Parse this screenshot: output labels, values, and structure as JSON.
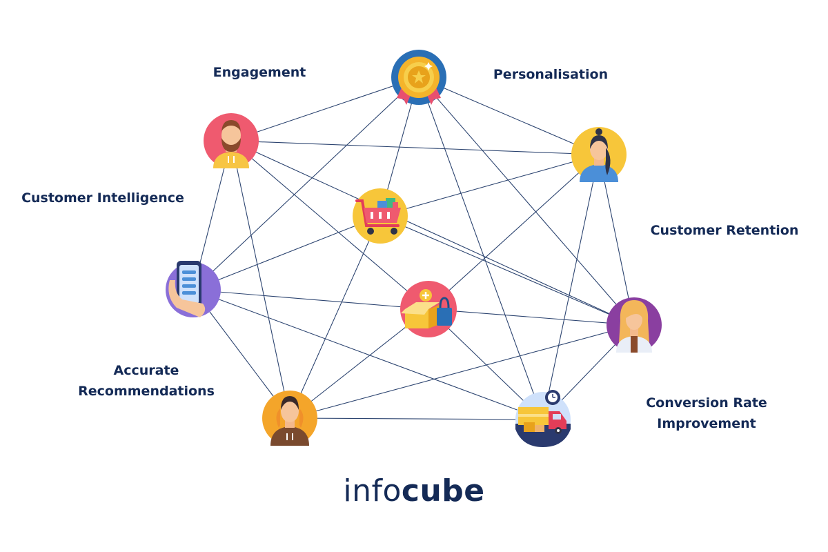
{
  "labels": {
    "engagement": "Engagement",
    "personalisation": "Personalisation",
    "customer_intelligence": "Customer Intelligence",
    "customer_retention": "Customer Retention",
    "accurate_recommendations_line1": "Accurate",
    "accurate_recommendations_line2": "Recommendations",
    "conversion_rate_line1": "Conversion Rate",
    "conversion_rate_line2": "Improvement"
  },
  "logo": {
    "light": "info",
    "bold": "cube"
  },
  "colors": {
    "text": "#142a56",
    "edge": "#2c4470"
  },
  "nodes": [
    {
      "id": "medal",
      "icon": "medal-icon"
    },
    {
      "id": "man-beard",
      "icon": "bearded-man-avatar-icon"
    },
    {
      "id": "woman-ponytail",
      "icon": "woman-ponytail-avatar-icon"
    },
    {
      "id": "cart",
      "icon": "shopping-cart-icon"
    },
    {
      "id": "phone",
      "icon": "phone-in-hand-icon"
    },
    {
      "id": "box-bag",
      "icon": "box-and-bag-icon"
    },
    {
      "id": "woman-blonde",
      "icon": "blonde-woman-avatar-icon"
    },
    {
      "id": "man-orange",
      "icon": "man-orange-hoodie-avatar-icon"
    },
    {
      "id": "delivery",
      "icon": "delivery-truck-icon"
    }
  ],
  "edges": [
    [
      "medal",
      "man-beard"
    ],
    [
      "medal",
      "woman-ponytail"
    ],
    [
      "medal",
      "cart"
    ],
    [
      "medal",
      "phone"
    ],
    [
      "medal",
      "woman-blonde"
    ],
    [
      "medal",
      "delivery"
    ],
    [
      "man-beard",
      "woman-ponytail"
    ],
    [
      "man-beard",
      "box-bag"
    ],
    [
      "man-beard",
      "phone"
    ],
    [
      "man-beard",
      "man-orange"
    ],
    [
      "man-beard",
      "woman-blonde"
    ],
    [
      "woman-ponytail",
      "cart"
    ],
    [
      "woman-ponytail",
      "box-bag"
    ],
    [
      "woman-ponytail",
      "woman-blonde"
    ],
    [
      "woman-ponytail",
      "delivery"
    ],
    [
      "cart",
      "phone"
    ],
    [
      "cart",
      "man-orange"
    ],
    [
      "cart",
      "woman-blonde"
    ],
    [
      "phone",
      "box-bag"
    ],
    [
      "phone",
      "man-orange"
    ],
    [
      "phone",
      "delivery"
    ],
    [
      "box-bag",
      "woman-blonde"
    ],
    [
      "box-bag",
      "man-orange"
    ],
    [
      "box-bag",
      "delivery"
    ],
    [
      "woman-blonde",
      "man-orange"
    ],
    [
      "woman-blonde",
      "delivery"
    ],
    [
      "man-orange",
      "delivery"
    ]
  ]
}
